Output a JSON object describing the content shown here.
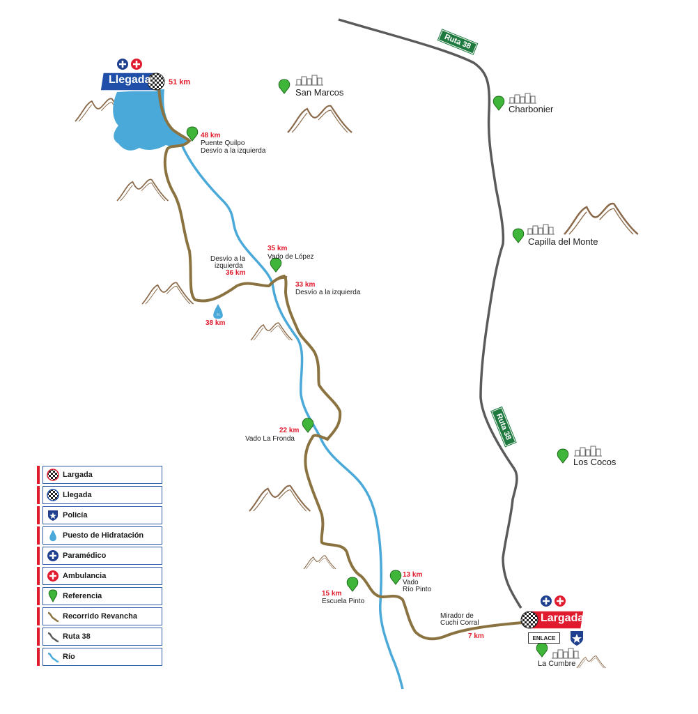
{
  "title": "",
  "finish": {
    "label": "Llegada",
    "km": "51 km"
  },
  "start": {
    "label": "Largada",
    "km": ""
  },
  "enlace": "ENLACE",
  "route38": [
    "Ruta 38",
    "Ruta 38"
  ],
  "towns": [
    {
      "name": "San Marcos"
    },
    {
      "name": "Charbonier"
    },
    {
      "name": "Capilla del Monte"
    },
    {
      "name": "Los Cocos"
    },
    {
      "name": "La Cumbre"
    }
  ],
  "waypoints": [
    {
      "km": "48 km",
      "lines": [
        "Puente Quilpo",
        "Desvío a la izquierda"
      ]
    },
    {
      "km": "35 km",
      "lines": [
        "Vado de López"
      ]
    },
    {
      "km": "36 km",
      "lines": [
        "Desvío a la",
        "izquierda"
      ]
    },
    {
      "km": "33 km",
      "lines": [
        "Desvío a la izquierda"
      ]
    },
    {
      "km": "38 km",
      "lines": []
    },
    {
      "km": "22 km",
      "lines": [
        "Vado La Fronda"
      ]
    },
    {
      "km": "15 km",
      "lines": [
        "Escuela Pinto"
      ]
    },
    {
      "km": "13 km",
      "lines": [
        "Vado",
        "Río Pinto"
      ]
    },
    {
      "km": "7 km",
      "lines": [
        "Mirador de",
        "Cuchi Corral"
      ]
    }
  ],
  "legend": [
    {
      "label": "Largada",
      "icon": "checkered-flag-red-icon"
    },
    {
      "label": "Llegada",
      "icon": "checkered-flag-blue-icon"
    },
    {
      "label": "Policía",
      "icon": "police-badge-icon"
    },
    {
      "label": "Puesto de Hidratación",
      "icon": "water-drop-icon"
    },
    {
      "label": "Paramédico",
      "icon": "paramedic-cross-icon"
    },
    {
      "label": "Ambulancia",
      "icon": "ambulance-cross-icon"
    },
    {
      "label": "Referencia",
      "icon": "green-pin-icon"
    },
    {
      "label": "Recorrido Revancha",
      "icon": "brown-route-icon"
    },
    {
      "label": "Ruta 38",
      "icon": "grey-road-icon"
    },
    {
      "label": "Río",
      "icon": "blue-river-icon"
    }
  ],
  "colors": {
    "route": "#8a7340",
    "road": "#5a5a5a",
    "river": "#4aa9d8",
    "lake": "#4aa9d8",
    "pin": "#3fb53a",
    "red": "#e01b2d",
    "blue": "#1f4fa8",
    "sign": "#1f7a3f",
    "mountain": "#8a6a4a"
  }
}
